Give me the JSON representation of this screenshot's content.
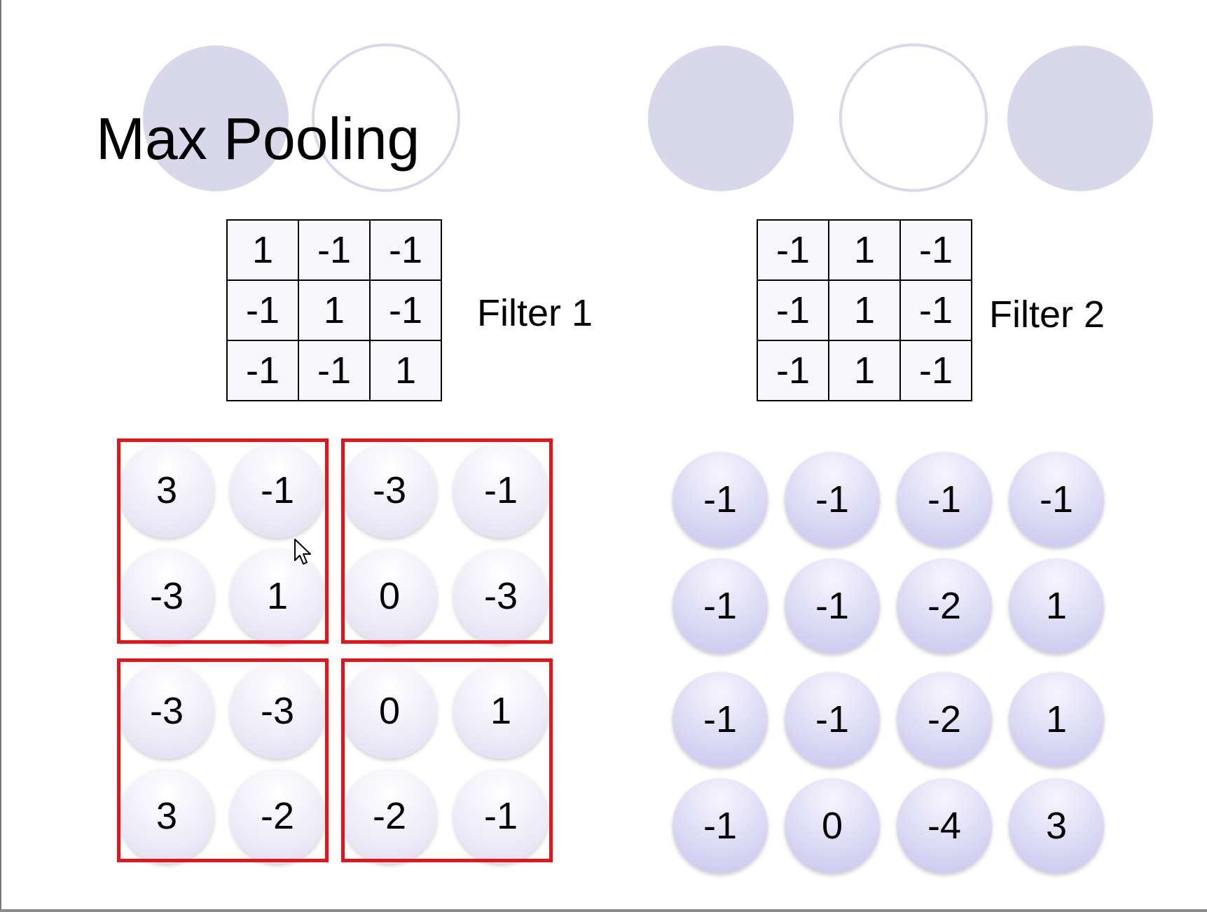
{
  "title": "Max Pooling",
  "filter1": {
    "label": "Filter 1",
    "values": [
      [
        "1",
        "-1",
        "-1"
      ],
      [
        "-1",
        "1",
        "-1"
      ],
      [
        "-1",
        "-1",
        "1"
      ]
    ]
  },
  "filter2": {
    "label": "Filter 2",
    "values": [
      [
        "-1",
        "1",
        "-1"
      ],
      [
        "-1",
        "1",
        "-1"
      ],
      [
        "-1",
        "1",
        "-1"
      ]
    ]
  },
  "feature_map1": [
    [
      "3",
      "-1",
      "-3",
      "-1"
    ],
    [
      "-3",
      "1",
      "0",
      "-3"
    ],
    [
      "-3",
      "-3",
      "0",
      "1"
    ],
    [
      "3",
      "-2",
      "-2",
      "-1"
    ]
  ],
  "feature_map2": [
    [
      "-1",
      "-1",
      "-1",
      "-1"
    ],
    [
      "-1",
      "-1",
      "-2",
      "1"
    ],
    [
      "-1",
      "-1",
      "-2",
      "1"
    ],
    [
      "-1",
      "0",
      "-4",
      "3"
    ]
  ],
  "colors": {
    "pool_box": "#e8131a",
    "decor_circle": "#d9d8eb",
    "node_fill": "#dcdaf4"
  }
}
